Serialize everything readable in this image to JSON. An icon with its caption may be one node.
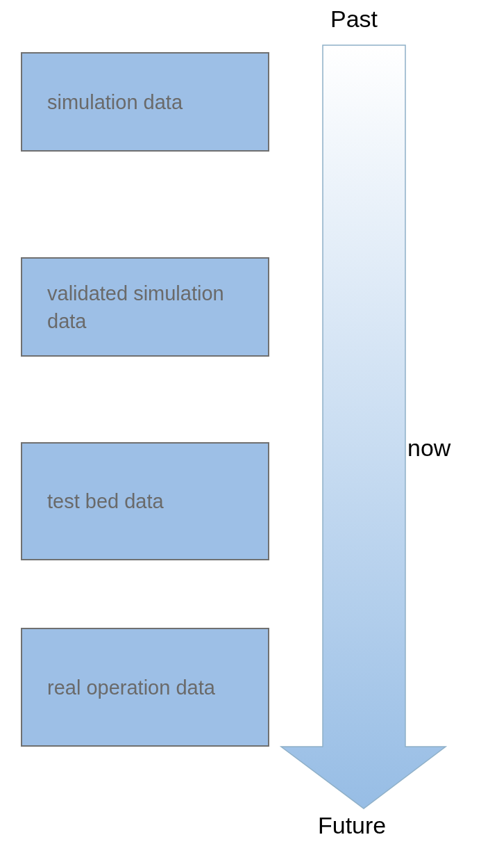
{
  "diagram": {
    "nodes": [
      {
        "text": [
          "simulation data"
        ]
      },
      {
        "text": [
          "validated simulation data"
        ]
      },
      {
        "text": [
          "test bed data"
        ]
      },
      {
        "text": [
          "real operation data"
        ]
      }
    ],
    "labels": [
      "Past",
      "now",
      "Future"
    ]
  }
}
